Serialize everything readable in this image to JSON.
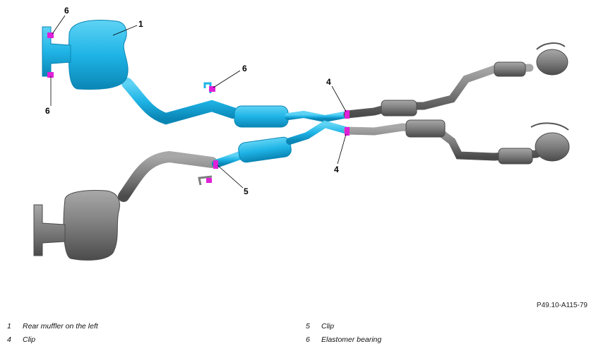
{
  "callouts": [
    {
      "id": "c6a",
      "text": "6"
    },
    {
      "id": "c1",
      "text": "1"
    },
    {
      "id": "c6b",
      "text": "6"
    },
    {
      "id": "c6c",
      "text": "6"
    },
    {
      "id": "c4a",
      "text": "4"
    },
    {
      "id": "c4b",
      "text": "4"
    },
    {
      "id": "c5",
      "text": "5"
    }
  ],
  "reference_code": "P49.10-A115-79",
  "legend": [
    {
      "num": "1",
      "label": "Rear muffler on the left"
    },
    {
      "num": "4",
      "label": "Clip"
    },
    {
      "num": "5",
      "label": "Clip"
    },
    {
      "num": "6",
      "label": "Elastomer bearing"
    }
  ],
  "colors": {
    "highlight_cyan": "#1fb4e6",
    "highlight_cyan_dark": "#0a86b5",
    "exhaust_grey": "#7d7d7d",
    "exhaust_grey_dark": "#4b4b4b",
    "clip_magenta": "#e020d8"
  }
}
